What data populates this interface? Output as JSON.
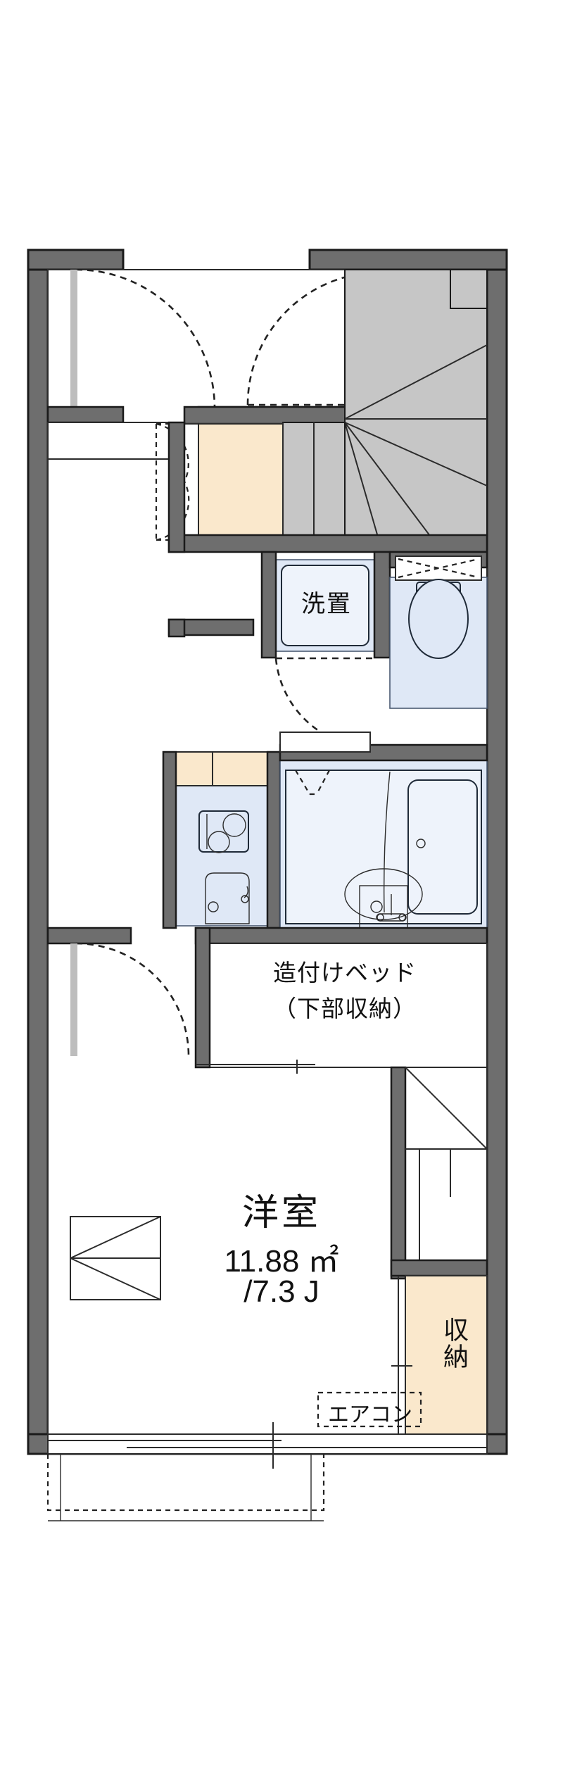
{
  "plan": {
    "title": "賃貸アパート間取図",
    "unit_system": "metric-japanese",
    "colors": {
      "wall": "#6e6e6e",
      "wall_stroke": "#1a1a1a",
      "floor": "#ffffff",
      "water_area": "#dfe8f6",
      "storage_area": "#fae8cc",
      "stair_area": "#c6c6c6",
      "line": "#2b2b2b",
      "dashed": "#222222",
      "text": "#111111"
    }
  },
  "rooms": [
    {
      "id": "main-room",
      "name_label": "洋室",
      "area_label": "11.88 ㎡",
      "jo_label": "/7.3 J",
      "type": "western-room"
    },
    {
      "id": "built-in-bed",
      "line1": "造付けベッド",
      "line2": "（下部収納）",
      "type": "built-in-bed"
    },
    {
      "id": "closet",
      "name_label": "収納",
      "type": "storage"
    },
    {
      "id": "laundry",
      "name_label": "洗置",
      "type": "washing-machine-space"
    },
    {
      "id": "air-conditioner",
      "name_label": "エアコン",
      "type": "appliance-note"
    }
  ],
  "fixtures": [
    {
      "id": "toilet",
      "name": "toilet-fixture"
    },
    {
      "id": "bathtub",
      "name": "bathtub-fixture"
    },
    {
      "id": "wash-basin",
      "name": "wash-basin-fixture"
    },
    {
      "id": "kitchen-sink",
      "name": "kitchen-sink-fixture"
    },
    {
      "id": "gas-stove",
      "name": "two-burner-stove-fixture"
    },
    {
      "id": "staircase",
      "name": "winder-staircase"
    },
    {
      "id": "entrance-door",
      "name": "entrance-swing-door"
    },
    {
      "id": "balcony-window",
      "name": "sliding-window"
    }
  ],
  "text": {
    "room_name": "洋室",
    "room_area": "11.88 ㎡",
    "room_jo": "/7.3 J",
    "bed_line1": "造付けベッド",
    "bed_line2": "（下部収納）",
    "closet": "収納",
    "laundry": "洗置",
    "aircon": "エアコン"
  }
}
